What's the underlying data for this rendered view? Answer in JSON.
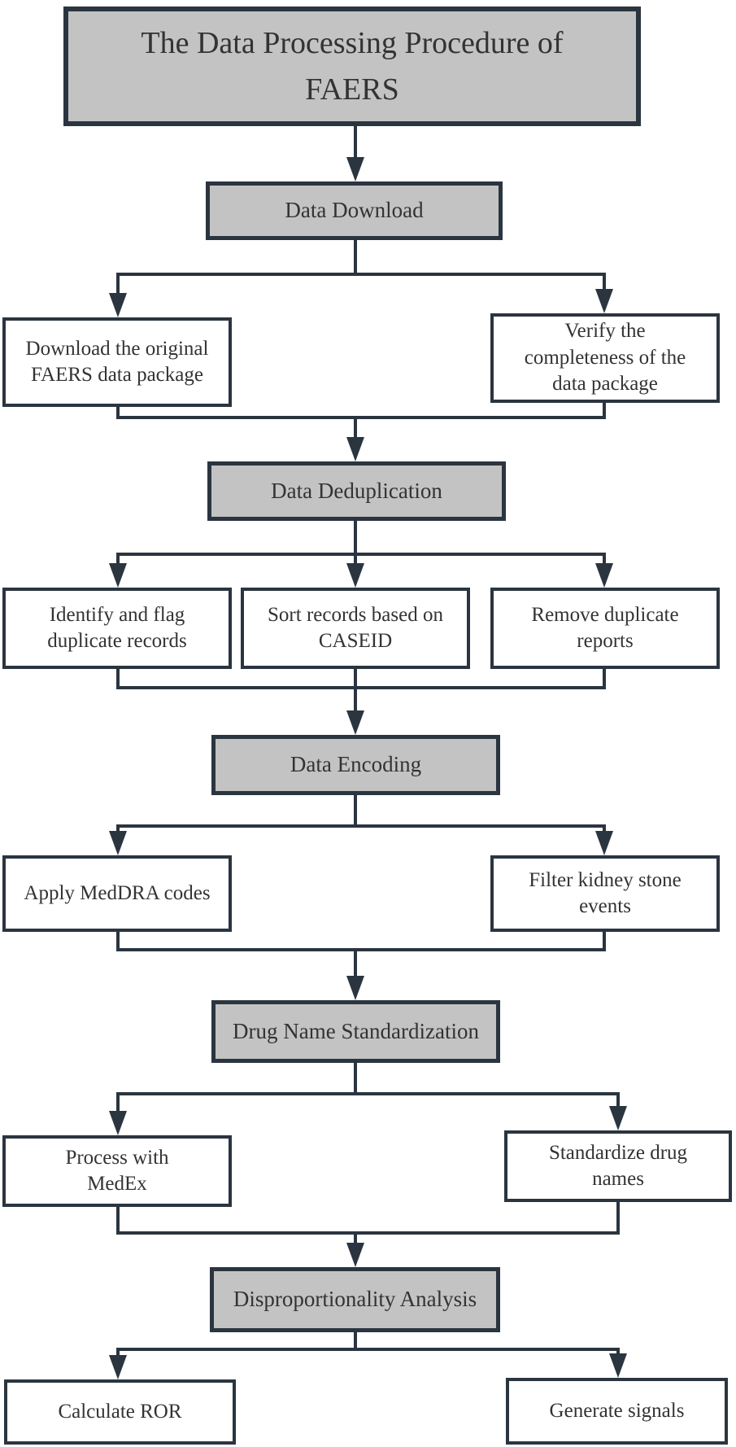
{
  "diagram": {
    "title": "The Data Processing Procedure of FAERS",
    "stages": [
      {
        "label": "Data Download",
        "steps": [
          "Download the original FAERS data package",
          "Verify the completeness of the data package"
        ]
      },
      {
        "label": "Data Deduplication",
        "steps": [
          "Identify and flag duplicate records",
          "Sort records based on CASEID",
          "Remove duplicate reports"
        ]
      },
      {
        "label": "Data Encoding",
        "steps": [
          "Apply MedDRA codes",
          "Filter kidney stone events"
        ]
      },
      {
        "label": "Drug Name Standardization",
        "steps": [
          "Process with MedEx",
          "Standardize drug names"
        ]
      },
      {
        "label": "Disproportionality Analysis",
        "steps": [
          "Calculate ROR",
          "Generate signals"
        ]
      }
    ],
    "colors": {
      "stage_fill": "#c3c3c3",
      "step_fill": "#ffffff",
      "line": "#2b3540",
      "text": "#333333",
      "background": "#ffffff"
    }
  }
}
